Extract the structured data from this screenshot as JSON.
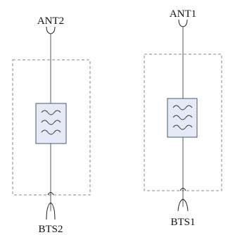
{
  "chains": [
    {
      "id": "left",
      "top_label": "ANT2",
      "bottom_label": "BTS2"
    },
    {
      "id": "right",
      "top_label": "ANT1",
      "bottom_label": "BTS1"
    }
  ]
}
